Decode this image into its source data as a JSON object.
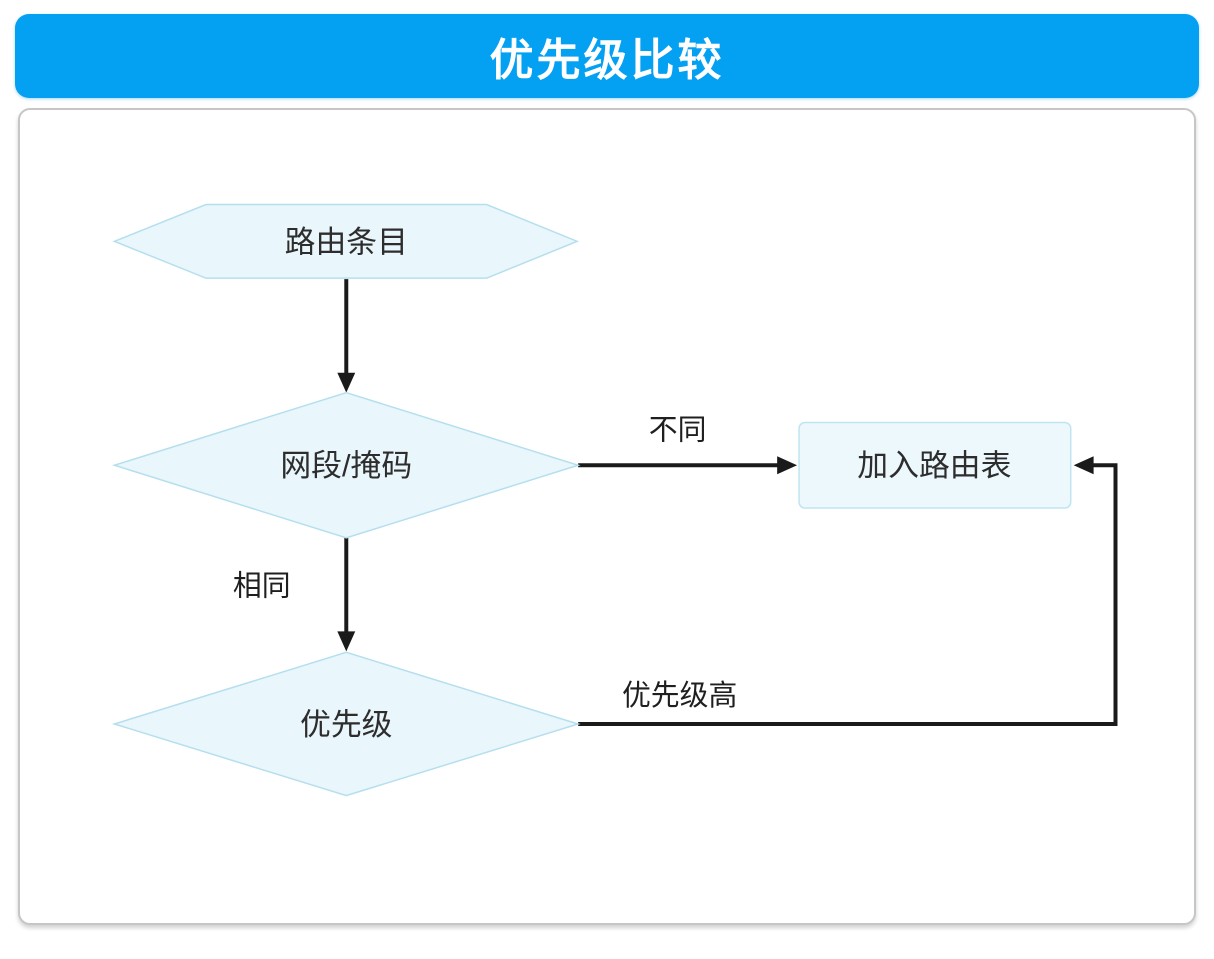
{
  "header": {
    "title": "优先级比较",
    "background_color": "#04a0f1",
    "text_color": "#ffffff"
  },
  "flowchart": {
    "nodes": [
      {
        "id": "route-entry",
        "shape": "hexagon",
        "label": "路由条目"
      },
      {
        "id": "segment-mask",
        "shape": "diamond",
        "label": "网段/掩码"
      },
      {
        "id": "add-routing-table",
        "shape": "rectangle",
        "label": "加入路由表"
      },
      {
        "id": "priority",
        "shape": "diamond",
        "label": "优先级"
      }
    ],
    "edges": [
      {
        "from": "route-entry",
        "to": "segment-mask",
        "label": ""
      },
      {
        "from": "segment-mask",
        "to": "add-routing-table",
        "label": "不同"
      },
      {
        "from": "segment-mask",
        "to": "priority",
        "label": "相同"
      },
      {
        "from": "priority",
        "to": "add-routing-table",
        "label": "优先级高"
      }
    ],
    "colors": {
      "node_fill": "#e9f6fb",
      "node_border": "#b5dfee",
      "arrow": "#1a1a1a",
      "text": "#2d2d2d",
      "panel_border": "#c6c6c6"
    }
  }
}
